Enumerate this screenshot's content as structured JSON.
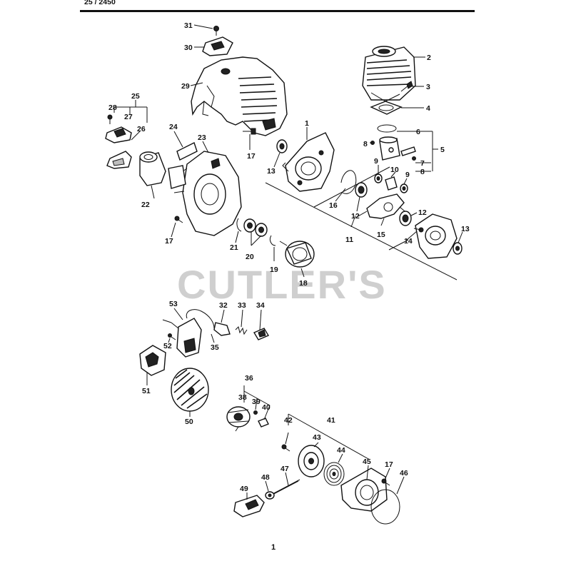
{
  "header": {
    "title": "25 / 2450"
  },
  "watermark": "CUTLER'S",
  "page_number": "1",
  "callouts": [
    {
      "n": "31"
    },
    {
      "n": "30"
    },
    {
      "n": "29"
    },
    {
      "n": "2"
    },
    {
      "n": "3"
    },
    {
      "n": "4"
    },
    {
      "n": "25"
    },
    {
      "n": "28"
    },
    {
      "n": "27"
    },
    {
      "n": "26"
    },
    {
      "n": "24"
    },
    {
      "n": "23"
    },
    {
      "n": "17"
    },
    {
      "n": "1"
    },
    {
      "n": "6"
    },
    {
      "n": "5"
    },
    {
      "n": "8"
    },
    {
      "n": "7"
    },
    {
      "n": "8"
    },
    {
      "n": "13"
    },
    {
      "n": "9"
    },
    {
      "n": "10"
    },
    {
      "n": "9"
    },
    {
      "n": "22"
    },
    {
      "n": "16"
    },
    {
      "n": "12"
    },
    {
      "n": "12"
    },
    {
      "n": "17"
    },
    {
      "n": "21"
    },
    {
      "n": "20"
    },
    {
      "n": "19"
    },
    {
      "n": "11"
    },
    {
      "n": "15"
    },
    {
      "n": "14"
    },
    {
      "n": "13"
    },
    {
      "n": "18"
    },
    {
      "n": "53"
    },
    {
      "n": "32"
    },
    {
      "n": "33"
    },
    {
      "n": "34"
    },
    {
      "n": "35"
    },
    {
      "n": "52"
    },
    {
      "n": "51"
    },
    {
      "n": "36"
    },
    {
      "n": "38"
    },
    {
      "n": "39"
    },
    {
      "n": "40"
    },
    {
      "n": "50"
    },
    {
      "n": "41"
    },
    {
      "n": "42"
    },
    {
      "n": "43"
    },
    {
      "n": "44"
    },
    {
      "n": "45"
    },
    {
      "n": "17"
    },
    {
      "n": "46"
    },
    {
      "n": "47"
    },
    {
      "n": "48"
    },
    {
      "n": "49"
    }
  ]
}
